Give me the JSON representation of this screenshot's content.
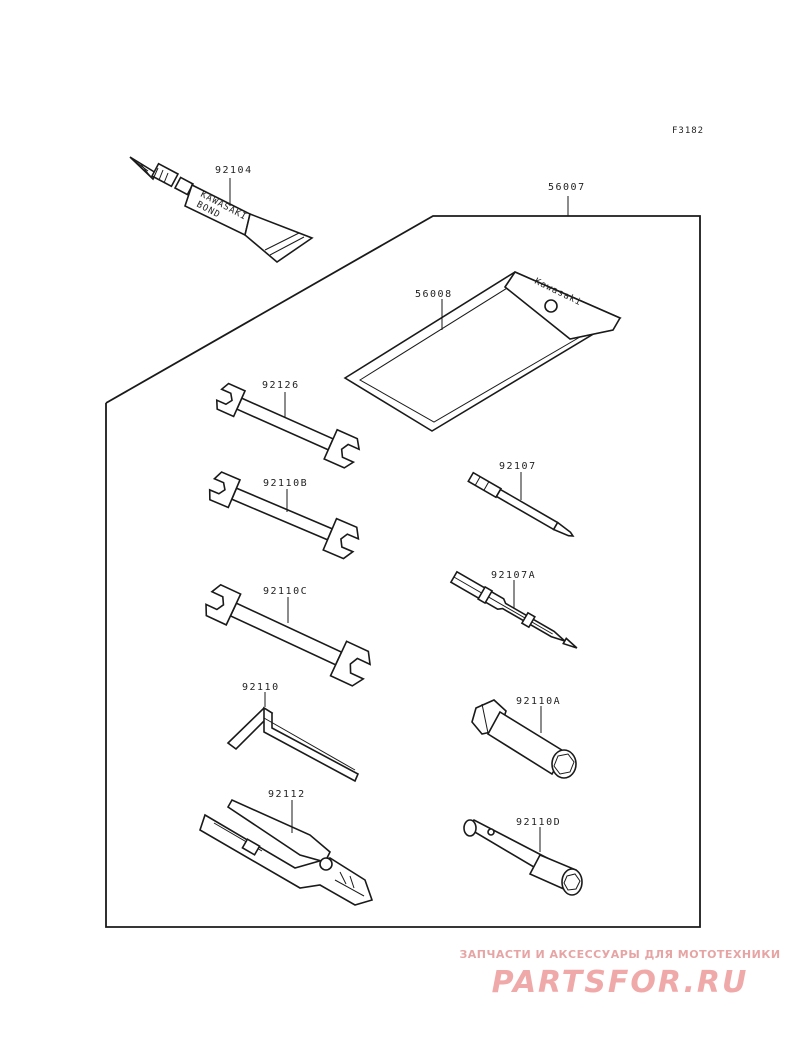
{
  "figure_code": "F3182",
  "parts": {
    "toolkit": "56007",
    "pouch": "56008",
    "bond": "92104",
    "wrench_a": "92126",
    "wrench_b": "92110B",
    "wrench_c": "92110C",
    "hex_key": "92110",
    "pliers": "92112",
    "screwdriver": "92107",
    "screwdriver_handle": "92107A",
    "socket_a": "92110A",
    "socket_d": "92110D"
  },
  "tube_text": [
    "KAWASAKI",
    "BOND"
  ],
  "pouch_brand": "Kawasaki",
  "watermark": {
    "line1": "ЗАПЧАСТИ И АКСЕССУАРЫ ДЛЯ МОТОТЕХНИКИ",
    "logo": "PARTSFOR.RU"
  },
  "colors": {
    "line": "#1a1a1a",
    "watermark": "#f0a9a9"
  }
}
